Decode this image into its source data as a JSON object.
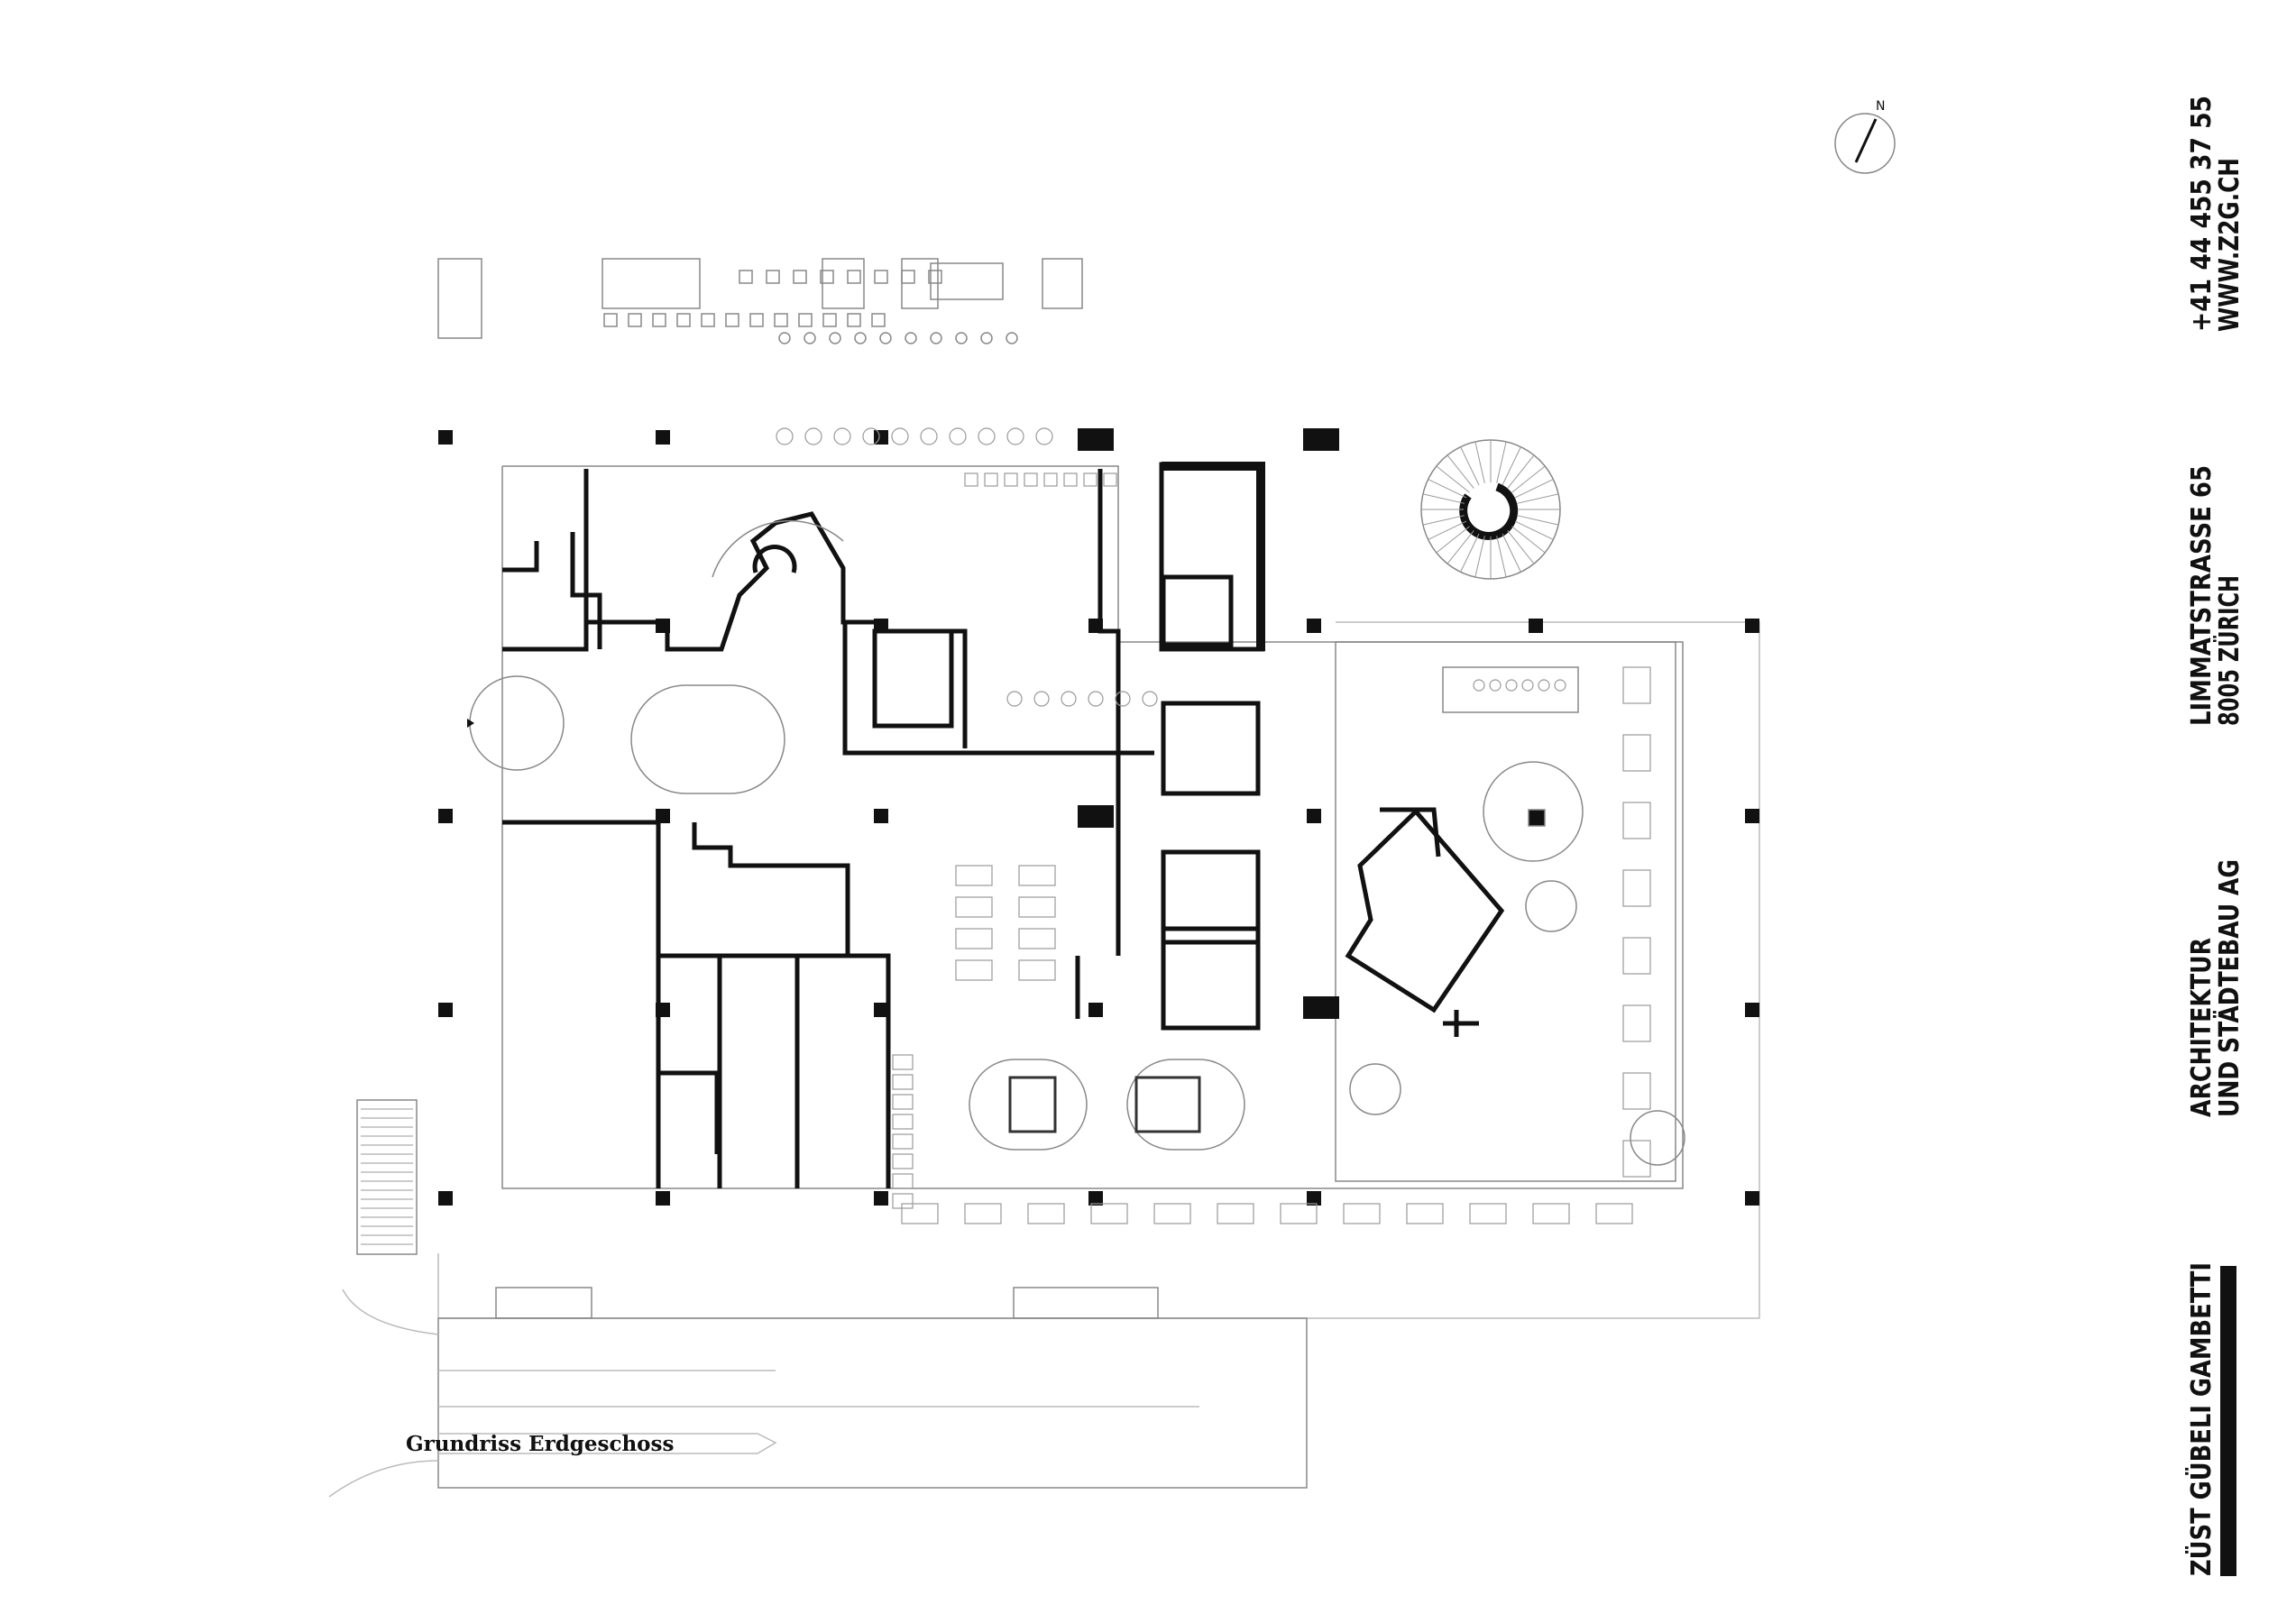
{
  "drawing": {
    "title": "Grundriss Erdgeschoss",
    "north_label": "N"
  },
  "title_block": {
    "phone": "+41 44 455 37 55",
    "website": "WWW.Z2G.CH",
    "street": "LIMMATSTRASSE 65",
    "city": "8005 ZÜRICH",
    "company_line1": "ARCHITEKTUR",
    "company_line2": "UND STÄDTEBAU AG",
    "firm_name": "ZÜST GÜBELI GAMBETTI"
  }
}
